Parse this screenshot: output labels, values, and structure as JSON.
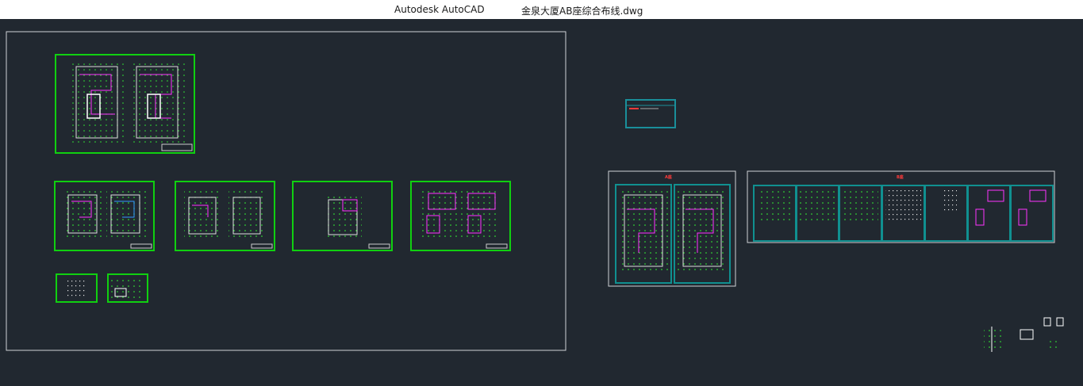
{
  "window": {
    "app_name": "Autodesk AutoCAD",
    "file_name": "金泉大厦AB座综合布线.dwg"
  },
  "colors": {
    "canvas": "#212830",
    "sheet_border": "#10d010",
    "frame_border": "#cfd2d6",
    "cyan_sheet": "#109090",
    "wall": "#e6e6e6",
    "wiring": "#ff33ff",
    "grid": "#22ff22",
    "highlight": "#ff3b3b"
  },
  "drawing": {
    "red_labels": [
      "A座",
      "B座"
    ]
  }
}
